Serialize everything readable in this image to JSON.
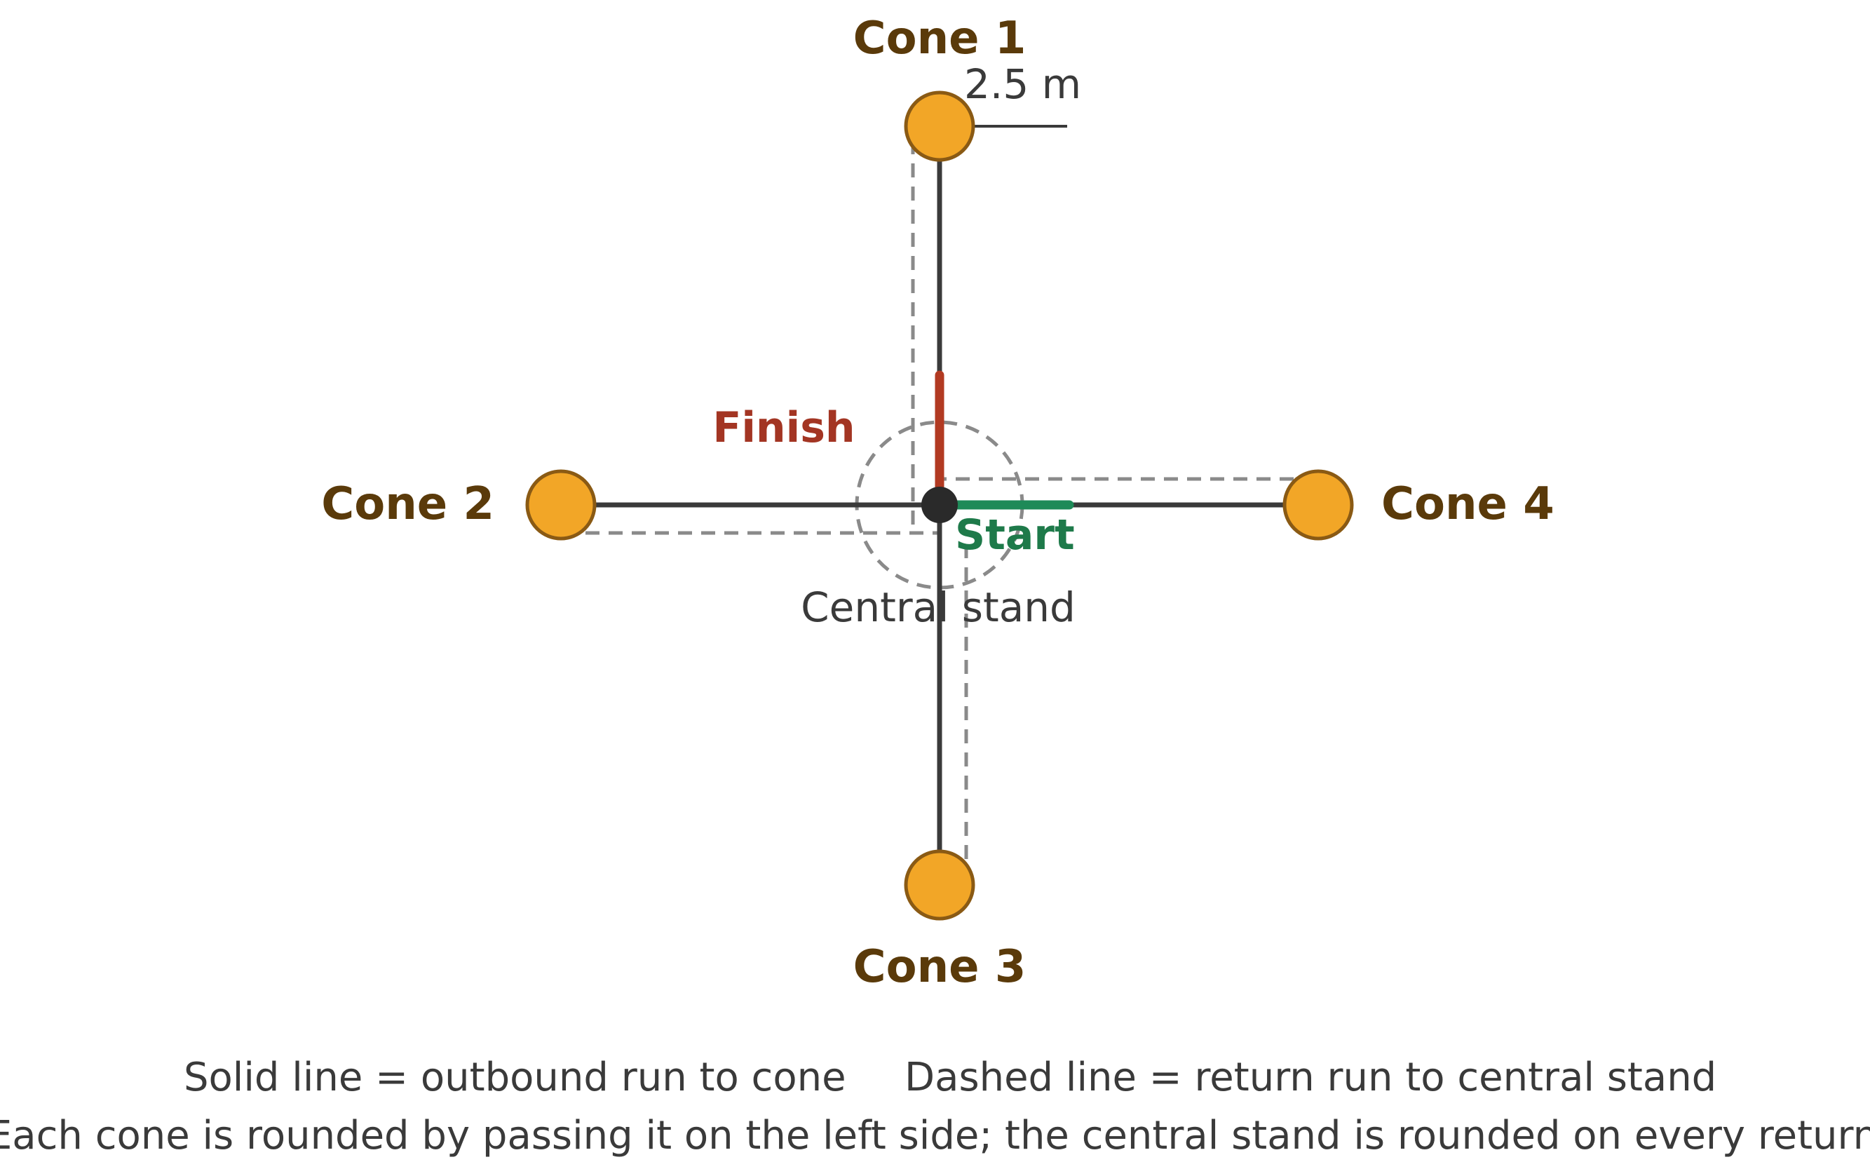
{
  "cones": [
    {
      "id": "cone-1",
      "label": "Cone 1"
    },
    {
      "id": "cone-2",
      "label": "Cone 2"
    },
    {
      "id": "cone-3",
      "label": "Cone 3"
    },
    {
      "id": "cone-4",
      "label": "Cone 4"
    }
  ],
  "center": {
    "label": "Central stand"
  },
  "start": {
    "label": "Start"
  },
  "finish": {
    "label": "Finish"
  },
  "distance": {
    "label": "2.5 m"
  },
  "legend": {
    "solid": "Solid line = outbound run to cone",
    "dashed": "Dashed line = return run to central stand",
    "note": "Each cone is rounded by passing it on the left side; the central stand is rounded on every return"
  },
  "colors": {
    "cone_fill": "#f2a627",
    "cone_stroke": "#8a5a14",
    "outbound": "#3a3a3a",
    "return": "#8a8a8a",
    "start": "#1e8a58",
    "finish": "#b23a22",
    "stand": "#2a2a2a"
  }
}
